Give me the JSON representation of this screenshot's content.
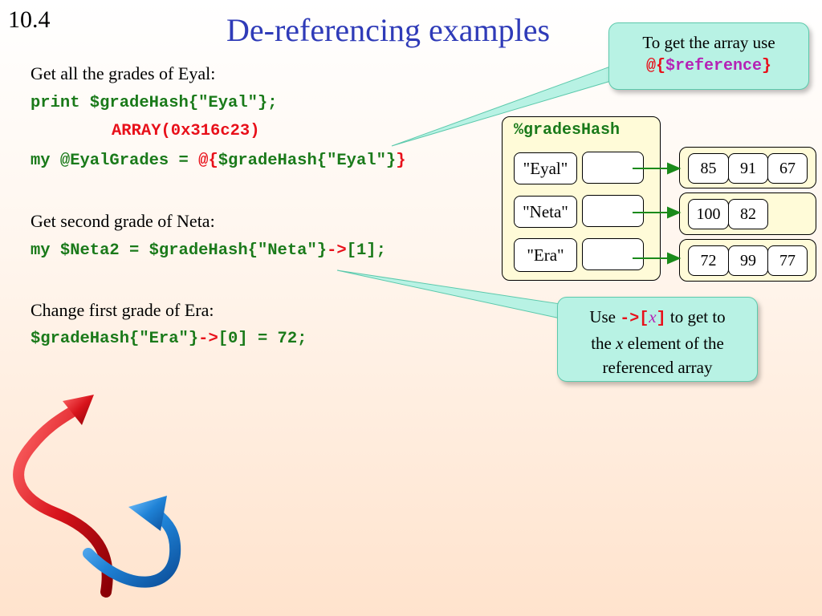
{
  "slide": {
    "number": "10.4",
    "title": "De-referencing examples"
  },
  "lines": {
    "l1": "Get all the grades of Eyal:",
    "l2": "print $gradeHash{\"Eyal\"};",
    "l3": "ARRAY(0x316c23)",
    "l4_a": "my @EyalGrades = ",
    "l4_b": "@{",
    "l4_c": "$gradeHash{\"Eyal\"}",
    "l4_d": "}",
    "l5": "Get second grade of Neta:",
    "l6_a": "my $Neta2 = $gradeHash{\"Neta\"}",
    "l6_b": "->",
    "l6_c": "[1];",
    "l7": "Change first grade of Era:",
    "l8_a": "$gradeHash{\"Era\"}",
    "l8_b": "->",
    "l8_c": "[0] = 72;"
  },
  "callout_top": {
    "line1": "To get the array use",
    "at": "@{",
    "ref": "$reference",
    "close": "}"
  },
  "callout_bottom": {
    "use": "Use ",
    "arrow": "->",
    "open": "[",
    "x": "x",
    "close": "]",
    "rest1": " to get to",
    "the": "the ",
    "x2": "x",
    "rest2": " element of the",
    "line3": "referenced array"
  },
  "hash": {
    "name": "%gradesHash",
    "keys": [
      "\"Eyal\"",
      "\"Neta\"",
      "\"Era\""
    ],
    "arrays": [
      [
        "85",
        "91",
        "67"
      ],
      [
        "100",
        "82"
      ],
      [
        "72",
        "99",
        "77"
      ]
    ]
  },
  "colors": {
    "title": "#2f3bb8",
    "code_green": "#1a7a1a",
    "code_red": "#e8101a",
    "ref_purple": "#b522b5",
    "callout_fill": "#b8f2e4",
    "hash_panel_fill": "#fffbd8",
    "arrow_green": "#1a8a1a",
    "deco_arrow_red": "#d8141c",
    "deco_arrow_blue": "#1f82d6"
  },
  "icons": [
    "red-curved-arrow-icon",
    "blue-curved-arrow-icon"
  ]
}
